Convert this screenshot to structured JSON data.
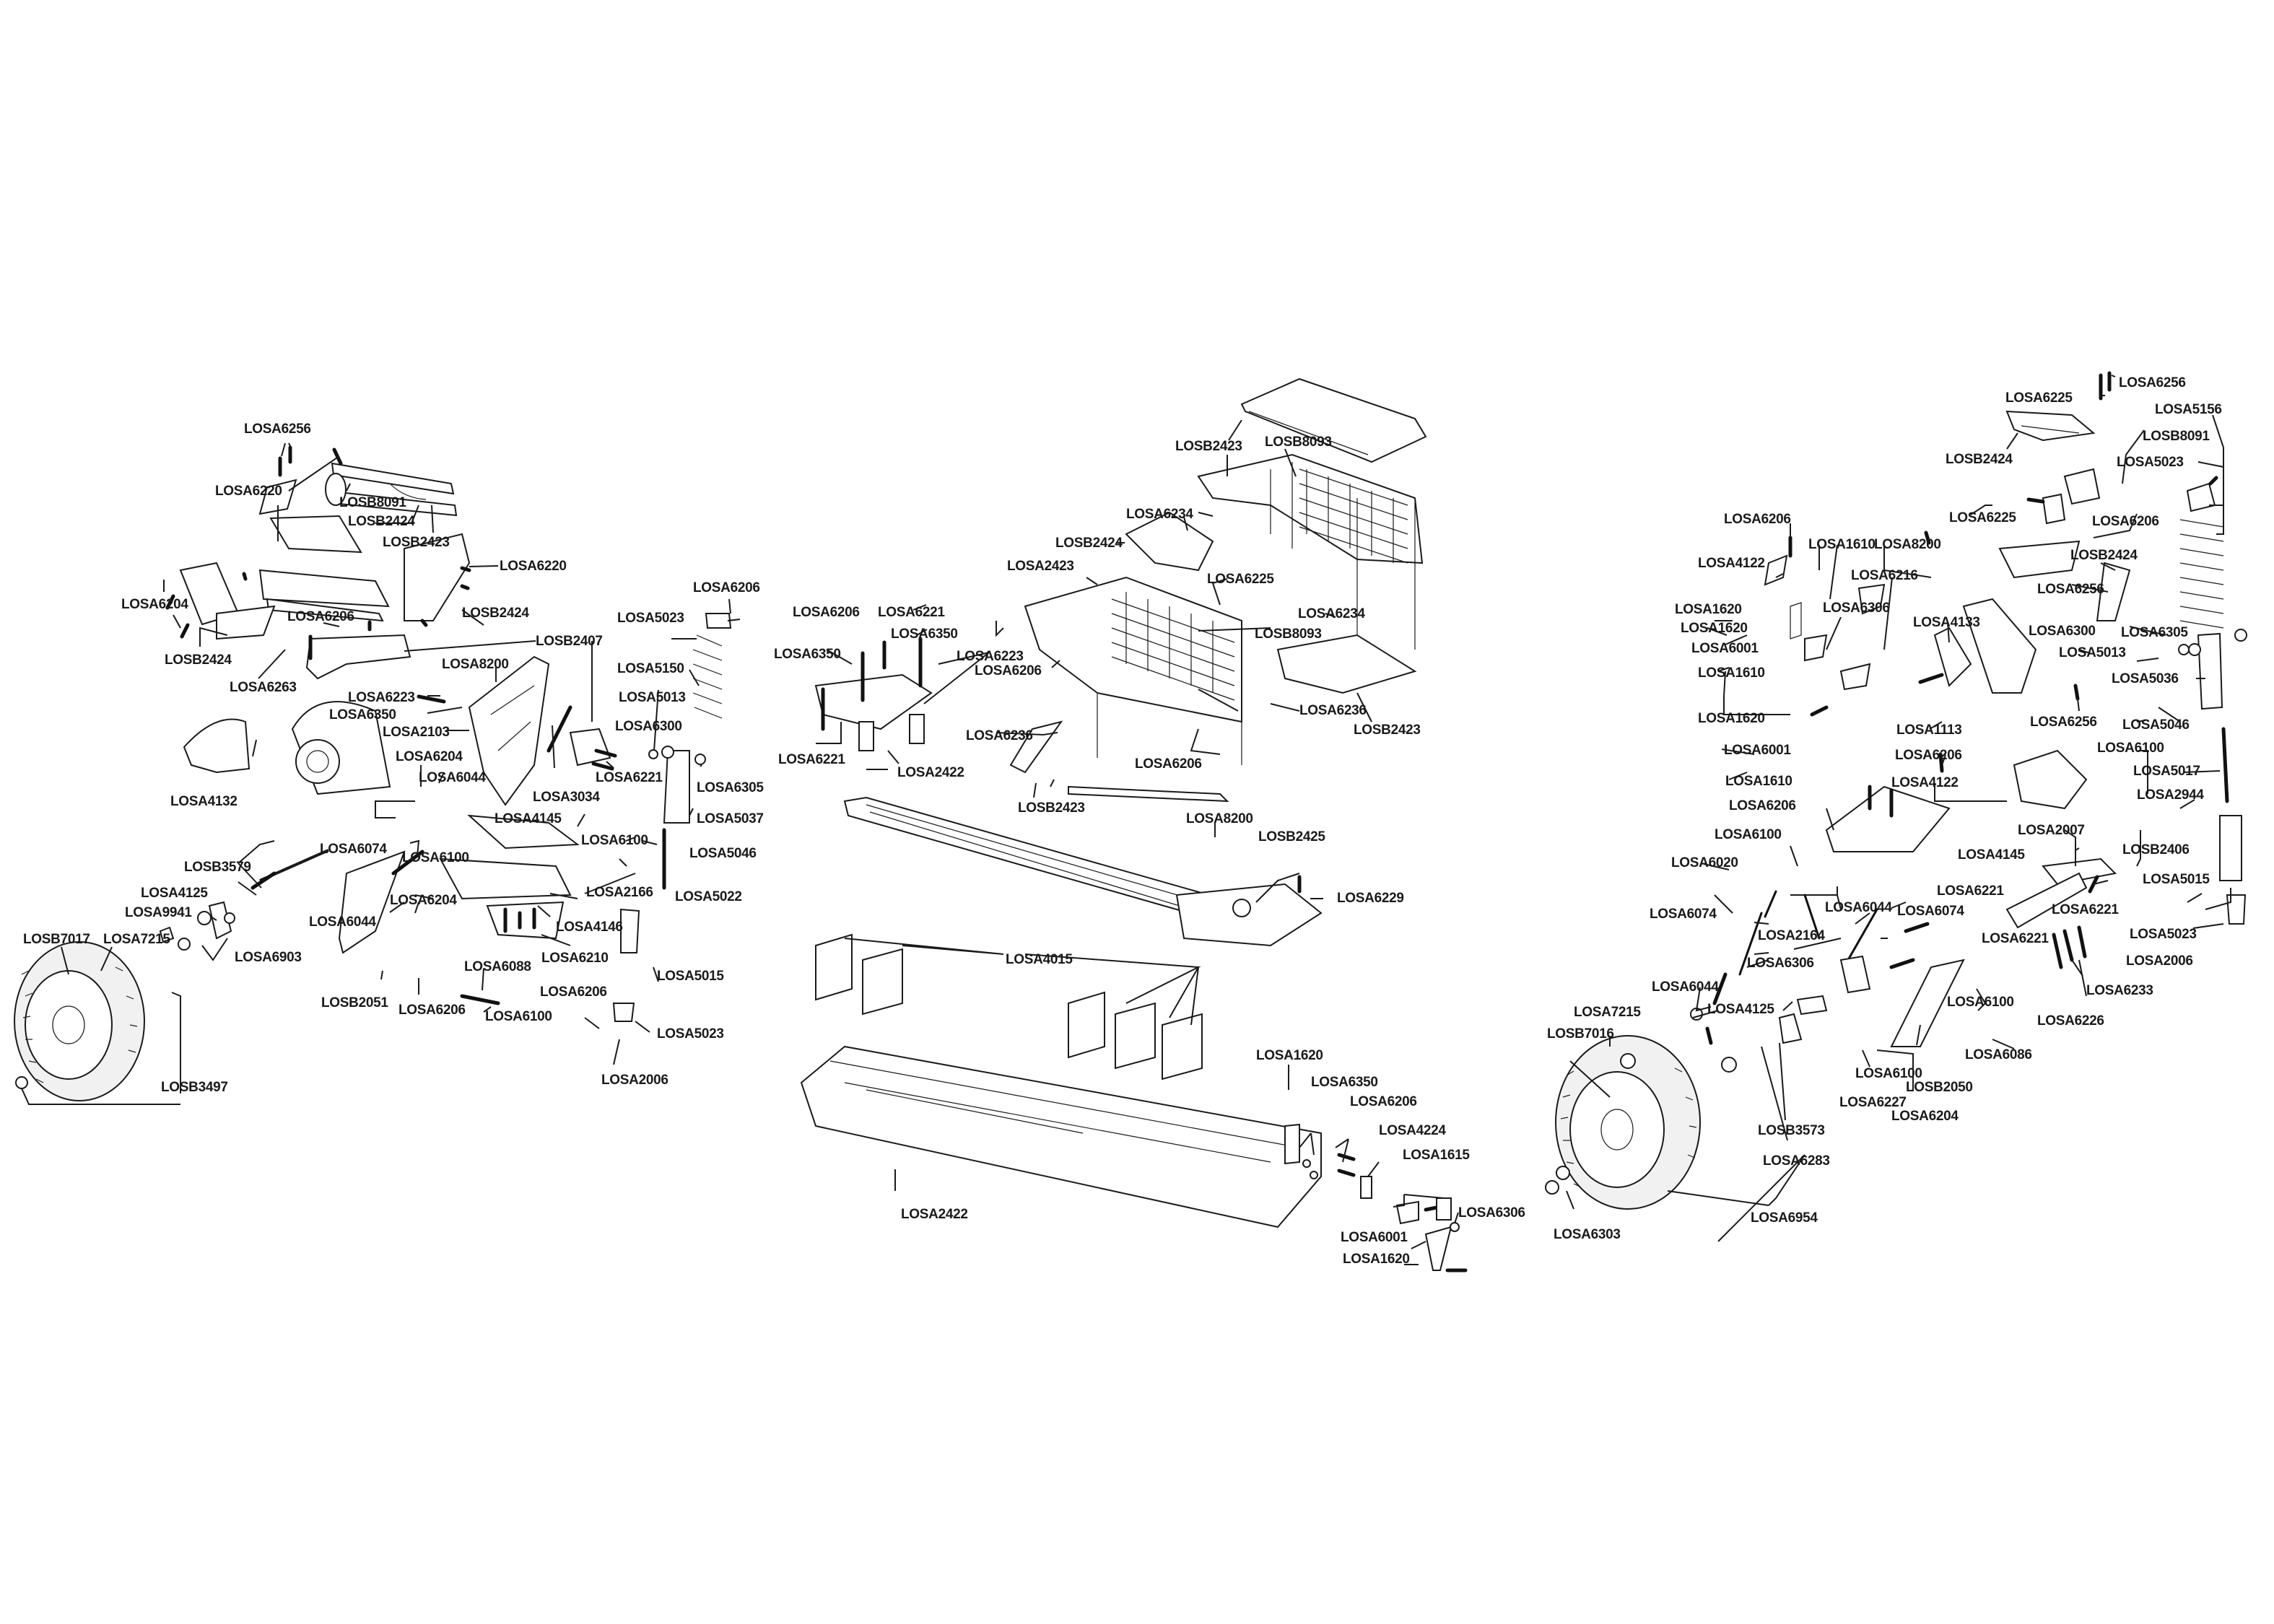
{
  "diagram": {
    "title": "Exploded parts diagram",
    "colors": {
      "background": "#ffffff",
      "ink": "#1a1a1a",
      "part_fill": "#ffffff"
    },
    "sections": {
      "rear": {
        "labels": [
          "LOSA6256",
          "LOSA6220",
          "LOSB8091",
          "LOSB2424",
          "LOSB2423",
          "LOSA6220",
          "LOSA6204",
          "LOSB2424",
          "LOSB2424",
          "LOSA6206",
          "LOSB2407",
          "LOSA6263",
          "LOSA8200",
          "LOSA6223",
          "LOSA6350",
          "LOSA2103",
          "LOSA4132",
          "LOSA6204",
          "LOSA6044",
          "LOSA3034",
          "LOSA6221",
          "LOSA6206",
          "LOSA5023",
          "LOSA5150",
          "LOSA5013",
          "LOSA6300",
          "LOSA6305",
          "LOSA5037",
          "LOSA6074",
          "LOSA4145",
          "LOSA6100",
          "LOSA6100",
          "LOSA5046",
          "LOSB3579",
          "LOSA2166",
          "LOSA5022",
          "LOSA4125",
          "LOSA6044",
          "LOSA6204",
          "LOSA9941",
          "LOSA4146",
          "LOSA6903",
          "LOSB7017",
          "LOSA7215",
          "LOSA6210",
          "LOSA6088",
          "LOSA5015",
          "LOSB2051",
          "LOSA6206",
          "LOSA6100",
          "LOSA6206",
          "LOSA5023",
          "LOSA2006",
          "LOSB3497"
        ]
      },
      "center": {
        "labels": [
          "LOSB2423",
          "LOSB8093",
          "LOSA6234",
          "LOSB2424",
          "LOSA2423",
          "LOSA6225",
          "LOSA6206",
          "LOSA6221",
          "LOSA6350",
          "LOSA6350",
          "LOSA6206",
          "LOSB8093",
          "LOSA6234",
          "LOSA6223",
          "LOSA6236",
          "LOSB2423",
          "LOSA6221",
          "LOSA2422",
          "LOSA6236",
          "LOSA6206",
          "LOSB2423",
          "LOSA8200",
          "LOSB2425",
          "LOSA6229",
          "LOSA4015",
          "LOSA1620",
          "LOSA6350",
          "LOSA6206",
          "LOSA4224",
          "LOSA1615",
          "LOSA6306",
          "LOSA2422",
          "LOSA6001",
          "LOSA1620"
        ]
      },
      "front": {
        "labels": [
          "LOSA6256",
          "LOSA6225",
          "LOSA5156",
          "LOSB8091",
          "LOSB2424",
          "LOSA5023",
          "LOSA6225",
          "LOSA6206",
          "LOSA6206",
          "LOSA1610",
          "LOSA8200",
          "LOSB2424",
          "LOSA4122",
          "LOSA6216",
          "LOSA6256",
          "LOSA1620",
          "LOSA6306",
          "LOSA1620",
          "LOSA4133",
          "LOSA6300",
          "LOSA6305",
          "LOSA6001",
          "LOSA5013",
          "LOSA1610",
          "LOSA5036",
          "LOSA1620",
          "LOSA6256",
          "LOSA5046",
          "LOSA1113",
          "LOSA6001",
          "LOSA6100",
          "LOSA6206",
          "LOSA5017",
          "LOSA1610",
          "LOSA4122",
          "LOSA6206",
          "LOSA2944",
          "LOSA6100",
          "LOSA2007",
          "LOSA6020",
          "LOSA4145",
          "LOSB2406",
          "LOSA6221",
          "LOSA6074",
          "LOSA6044",
          "LOSA6074",
          "LOSA5015",
          "LOSA6221",
          "LOSA2164",
          "LOSA6221",
          "LOSA5023",
          "LOSA6306",
          "LOSA2006",
          "LOSA6044",
          "LOSA4125",
          "LOSA6100",
          "LOSA6233",
          "LOSA7215",
          "LOSA6226",
          "LOSB7016",
          "LOSA6086",
          "LOSA6100",
          "LOSB2050",
          "LOSA6227",
          "LOSA6204",
          "LOSB3573",
          "LOSA6283",
          "LOSA6954",
          "LOSA6303"
        ]
      }
    }
  }
}
